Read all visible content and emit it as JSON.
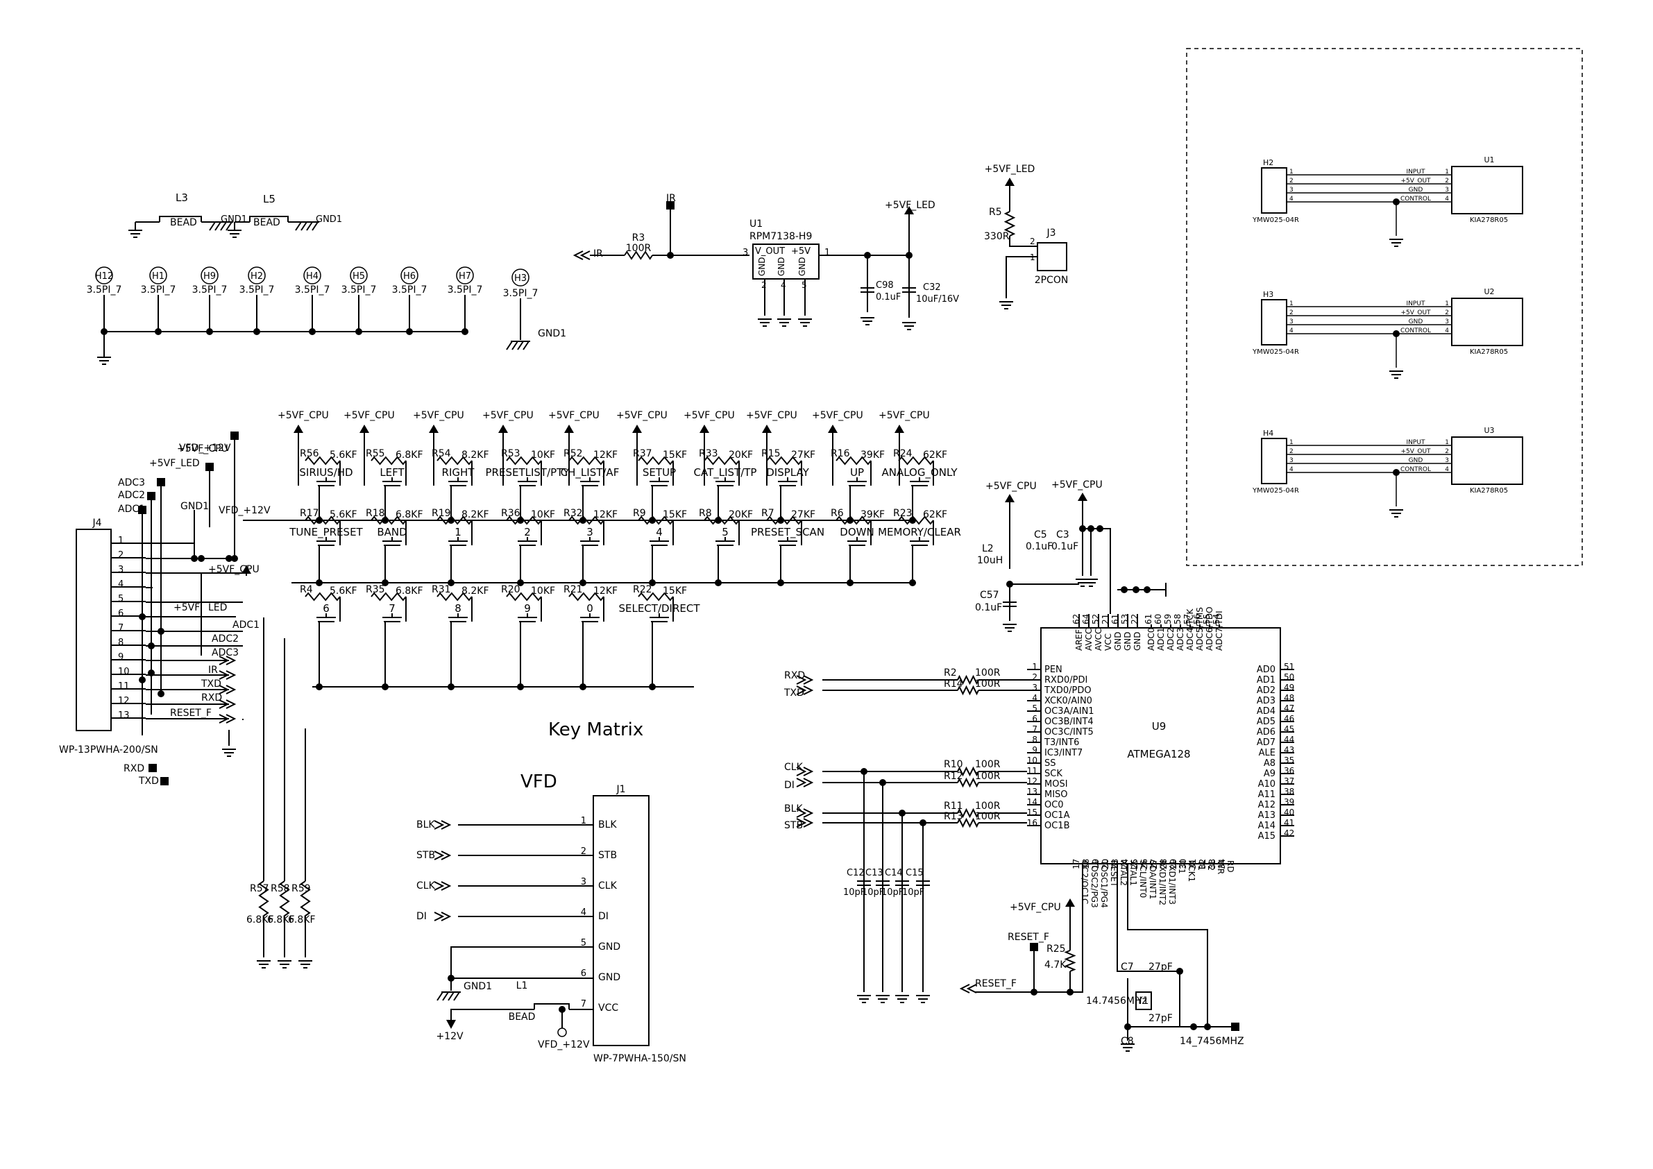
{
  "mounting": {
    "holes": [
      {
        "ref": "H12",
        "val": "3.5PI_7"
      },
      {
        "ref": "H1",
        "val": "3.5PI_7"
      },
      {
        "ref": "H9",
        "val": "3.5PI_7"
      },
      {
        "ref": "H2",
        "val": "3.5PI_7"
      },
      {
        "ref": "H4",
        "val": "3.5PI_7"
      },
      {
        "ref": "H5",
        "val": "3.5PI_7"
      },
      {
        "ref": "H6",
        "val": "3.5PI_7"
      },
      {
        "ref": "H7",
        "val": "3.5PI_7"
      },
      {
        "ref": "H3",
        "val": "3.5PI_7"
      }
    ],
    "gnd1": "GND1",
    "beads": [
      {
        "ref": "L3",
        "val": "BEAD",
        "net": "GND1"
      },
      {
        "ref": "L5",
        "val": "BEAD",
        "net": "GND1"
      }
    ]
  },
  "ir_section": {
    "ir_label": "IR",
    "r3_ref": "R3",
    "r3_val": "100R",
    "u1_ref": "U1",
    "u1_part": "RPM7138-H9",
    "u1_pins": [
      "3",
      "V_OUT",
      "+5V",
      "1",
      "GND",
      "GND",
      "GND",
      "2",
      "4",
      "5"
    ],
    "c98_ref": "C98",
    "c98_val": "0.1uF",
    "c32_ref": "C32",
    "c32_val": "10uF/16V",
    "supply": "+5VF_LED"
  },
  "led_section": {
    "supply": "+5VF_LED",
    "r5_ref": "R5",
    "r5_val": "330R",
    "j3_ref": "J3",
    "j3_val": "2PCON",
    "pins": [
      "2",
      "1"
    ]
  },
  "key_matrix": {
    "title": "Key Matrix",
    "supply": "+5VF_CPU",
    "rows": [
      [
        {
          "ref": "R56",
          "val": "5.6KF",
          "key": "SIRIUS/HD"
        },
        {
          "ref": "R55",
          "val": "6.8KF",
          "key": "LEFT"
        },
        {
          "ref": "R54",
          "val": "8.2KF",
          "key": "RIGHT"
        },
        {
          "ref": "R53",
          "val": "10KF",
          "key": "PRESETLIST/PTY"
        },
        {
          "ref": "R52",
          "val": "12KF",
          "key": "CH_LIST/AF"
        },
        {
          "ref": "R37",
          "val": "15KF",
          "key": "SETUP"
        },
        {
          "ref": "R33",
          "val": "20KF",
          "key": "CAT_LIST/TP"
        },
        {
          "ref": "R15",
          "val": "27KF",
          "key": "DISPLAY"
        },
        {
          "ref": "R16",
          "val": "39KF",
          "key": "UP"
        },
        {
          "ref": "R24",
          "val": "62KF",
          "key": "ANALOG_ONLY"
        }
      ],
      [
        {
          "ref": "R17",
          "val": "5.6KF",
          "key": "TUNE_PRESET"
        },
        {
          "ref": "R18",
          "val": "6.8KF",
          "key": "BAND"
        },
        {
          "ref": "R19",
          "val": "8.2KF",
          "key": "1"
        },
        {
          "ref": "R36",
          "val": "10KF",
          "key": "2"
        },
        {
          "ref": "R32",
          "val": "12KF",
          "key": "3"
        },
        {
          "ref": "R9",
          "val": "15KF",
          "key": "4"
        },
        {
          "ref": "R8",
          "val": "20KF",
          "key": "5"
        },
        {
          "ref": "R7",
          "val": "27KF",
          "key": "PRESET_SCAN"
        },
        {
          "ref": "R6",
          "val": "39KF",
          "key": "DOWN"
        },
        {
          "ref": "R23",
          "val": "62KF",
          "key": "MEMORY/CLEAR"
        }
      ],
      [
        {
          "ref": "R4",
          "val": "5.6KF",
          "key": "6"
        },
        {
          "ref": "R35",
          "val": "6.8KF",
          "key": "7"
        },
        {
          "ref": "R31",
          "val": "8.2KF",
          "key": "8"
        },
        {
          "ref": "R20",
          "val": "10KF",
          "key": "9"
        },
        {
          "ref": "R21",
          "val": "12KF",
          "key": "0"
        },
        {
          "ref": "R22",
          "val": "15KF",
          "key": "SELECT/DIRECT"
        }
      ]
    ],
    "pulldowns": [
      {
        "ref": "R57",
        "val": "6.8KF"
      },
      {
        "ref": "R58",
        "val": "6.8KF"
      },
      {
        "ref": "R59",
        "val": "6.8KF"
      }
    ]
  },
  "j4": {
    "ref": "J4",
    "part": "WP-13PWHA-200/SN",
    "pins": [
      "1",
      "2",
      "3",
      "4",
      "5",
      "6",
      "7",
      "8",
      "9",
      "10",
      "11",
      "12",
      "13"
    ],
    "nets": [
      "VFD_+12V",
      "+5VF_CPU",
      "+5VF_LED",
      "ADC3",
      "ADC2",
      "ADC1",
      "GND1",
      "+5VF",
      "LED",
      "ADC1",
      "ADC2",
      "ADC3",
      "IR",
      "TXD",
      "RXD",
      "RESET_F",
      "RXD",
      "TXD",
      "VFD_+12V",
      "+5VF_CPU"
    ]
  },
  "vfd": {
    "title": "VFD",
    "j1_ref": "J1",
    "j1_part": "WP-7PWHA-150/SN",
    "pins": [
      {
        "num": "1",
        "name": "BLK",
        "net": "BLK"
      },
      {
        "num": "2",
        "name": "STB",
        "net": "STB"
      },
      {
        "num": "3",
        "name": "CLK",
        "net": "CLK"
      },
      {
        "num": "4",
        "name": "DI",
        "net": "DI"
      },
      {
        "num": "5",
        "name": "GND",
        "net": ""
      },
      {
        "num": "6",
        "name": "GND",
        "net": ""
      },
      {
        "num": "7",
        "name": "VCC",
        "net": ""
      }
    ],
    "gnd1": "GND1",
    "l1_ref": "L1",
    "l1_val": "BEAD",
    "p12": "+12V",
    "vfd12": "VFD_+12V"
  },
  "mcu": {
    "ref": "U9",
    "part": "ATMEGA128",
    "top_pins": [
      {
        "num": "62",
        "name": "AREF"
      },
      {
        "num": "64",
        "name": "AVCC"
      },
      {
        "num": "52",
        "name": "AVCC"
      },
      {
        "num": "21",
        "name": "VCC"
      },
      {
        "num": "61",
        "name": "GND"
      },
      {
        "num": "53",
        "name": "GND"
      },
      {
        "num": "22",
        "name": "GND"
      },
      {
        "num": "61",
        "name": "ADC0"
      },
      {
        "num": "60",
        "name": "ADC1"
      },
      {
        "num": "59",
        "name": "ADC2"
      },
      {
        "num": "58",
        "name": "ADC3"
      },
      {
        "num": "57",
        "name": "ADC4/TCK"
      },
      {
        "num": "56",
        "name": "ADC5/TMS"
      },
      {
        "num": "55",
        "name": "ADC6/TDO"
      },
      {
        "num": "54",
        "name": "ADC7/TDI"
      }
    ],
    "left_pins": [
      {
        "num": "1",
        "name": "PEN"
      },
      {
        "num": "2",
        "name": "RXD0/PDI"
      },
      {
        "num": "3",
        "name": "TXD0/PDO"
      },
      {
        "num": "4",
        "name": "XCK0/AIN0"
      },
      {
        "num": "5",
        "name": "OC3A/AIN1"
      },
      {
        "num": "6",
        "name": "OC3B/INT4"
      },
      {
        "num": "7",
        "name": "OC3C/INT5"
      },
      {
        "num": "8",
        "name": "T3/INT6"
      },
      {
        "num": "9",
        "name": "IC3/INT7"
      },
      {
        "num": "10",
        "name": "SS"
      },
      {
        "num": "11",
        "name": "SCK"
      },
      {
        "num": "12",
        "name": "MOSI"
      },
      {
        "num": "13",
        "name": "MISO"
      },
      {
        "num": "14",
        "name": "OC0"
      },
      {
        "num": "15",
        "name": "OC1A"
      },
      {
        "num": "16",
        "name": "OC1B"
      }
    ],
    "right_pins": [
      {
        "num": "51",
        "name": "AD0"
      },
      {
        "num": "50",
        "name": "AD1"
      },
      {
        "num": "49",
        "name": "AD2"
      },
      {
        "num": "48",
        "name": "AD3"
      },
      {
        "num": "47",
        "name": "AD4"
      },
      {
        "num": "46",
        "name": "AD5"
      },
      {
        "num": "45",
        "name": "AD6"
      },
      {
        "num": "44",
        "name": "AD7"
      },
      {
        "num": "43",
        "name": "ALE"
      },
      {
        "num": "35",
        "name": "A8"
      },
      {
        "num": "36",
        "name": "A9"
      },
      {
        "num": "37",
        "name": "A10"
      },
      {
        "num": "38",
        "name": "A11"
      },
      {
        "num": "39",
        "name": "A12"
      },
      {
        "num": "40",
        "name": "A13"
      },
      {
        "num": "41",
        "name": "A14"
      },
      {
        "num": "42",
        "name": "A15"
      }
    ],
    "bottom_pins": [
      {
        "num": "17",
        "name": "OC2/OC1C"
      },
      {
        "num": "18",
        "name": "TOSC2/PG3"
      },
      {
        "num": "19",
        "name": "TOSC1/PG4"
      },
      {
        "num": "20",
        "name": "RESET"
      },
      {
        "num": "23",
        "name": "XTAL2"
      },
      {
        "num": "24",
        "name": "XTAL1"
      },
      {
        "num": "25",
        "name": "SCL/INT0"
      },
      {
        "num": "26",
        "name": "SDA/INT1"
      },
      {
        "num": "27",
        "name": "RXD1/INT2"
      },
      {
        "num": "28",
        "name": "TXD1/INT3"
      },
      {
        "num": "29",
        "name": "IC1"
      },
      {
        "num": "30",
        "name": "XCK1"
      },
      {
        "num": "31",
        "name": "T1"
      },
      {
        "num": "32",
        "name": "T2"
      },
      {
        "num": "33",
        "name": "WR"
      },
      {
        "num": "34",
        "name": "RD"
      }
    ],
    "nets": [
      "RXD",
      "TXD",
      "CLK",
      "DI",
      "BLK",
      "STB"
    ],
    "series_r": [
      {
        "ref": "R2",
        "val": "100R"
      },
      {
        "ref": "R14",
        "val": "100R"
      },
      {
        "ref": "R10",
        "val": "100R"
      },
      {
        "ref": "R12",
        "val": "100R"
      },
      {
        "ref": "R11",
        "val": "100R"
      },
      {
        "ref": "R13",
        "val": "100R"
      }
    ],
    "filter_caps": [
      {
        "ref": "C12",
        "val": "10pF"
      },
      {
        "ref": "C13",
        "val": "10pF"
      },
      {
        "ref": "C14",
        "val": "10pF"
      },
      {
        "ref": "C15",
        "val": "10pF"
      }
    ],
    "supply": "+5VF_CPU",
    "l2_ref": "L2",
    "l2_val": "10uH",
    "c5_ref": "C5",
    "c5_val": "0.1uF",
    "c3_ref": "C3",
    "c3_val": "0.1uF",
    "c57_ref": "C57",
    "c57_val": "0.1uF",
    "reset_label": "RESET_F",
    "r25_ref": "R25",
    "r25_val": "4.7K",
    "c7_ref": "C7",
    "c7_val": "27pF",
    "c8_ref": "C8",
    "c8_val": "27pF",
    "y1_ref": "Y1",
    "y1_val": "14.7456MHz",
    "clock_net": "14_7456MHZ"
  },
  "regulators": [
    {
      "h": "H2",
      "u": "U1",
      "h_part": "YMW025-04R",
      "u_part": "KIA278R05"
    },
    {
      "h": "H3",
      "u": "U2",
      "h_part": "YMW025-04R",
      "u_part": "KIA278R05"
    },
    {
      "h": "H4",
      "u": "U3",
      "h_part": "YMW025-04R",
      "u_part": "KIA278R05"
    }
  ],
  "reg_signals": [
    "INPUT",
    "+5V_OUT",
    "GND",
    "CONTROL"
  ],
  "reg_pins": [
    "1",
    "2",
    "3",
    "4"
  ]
}
